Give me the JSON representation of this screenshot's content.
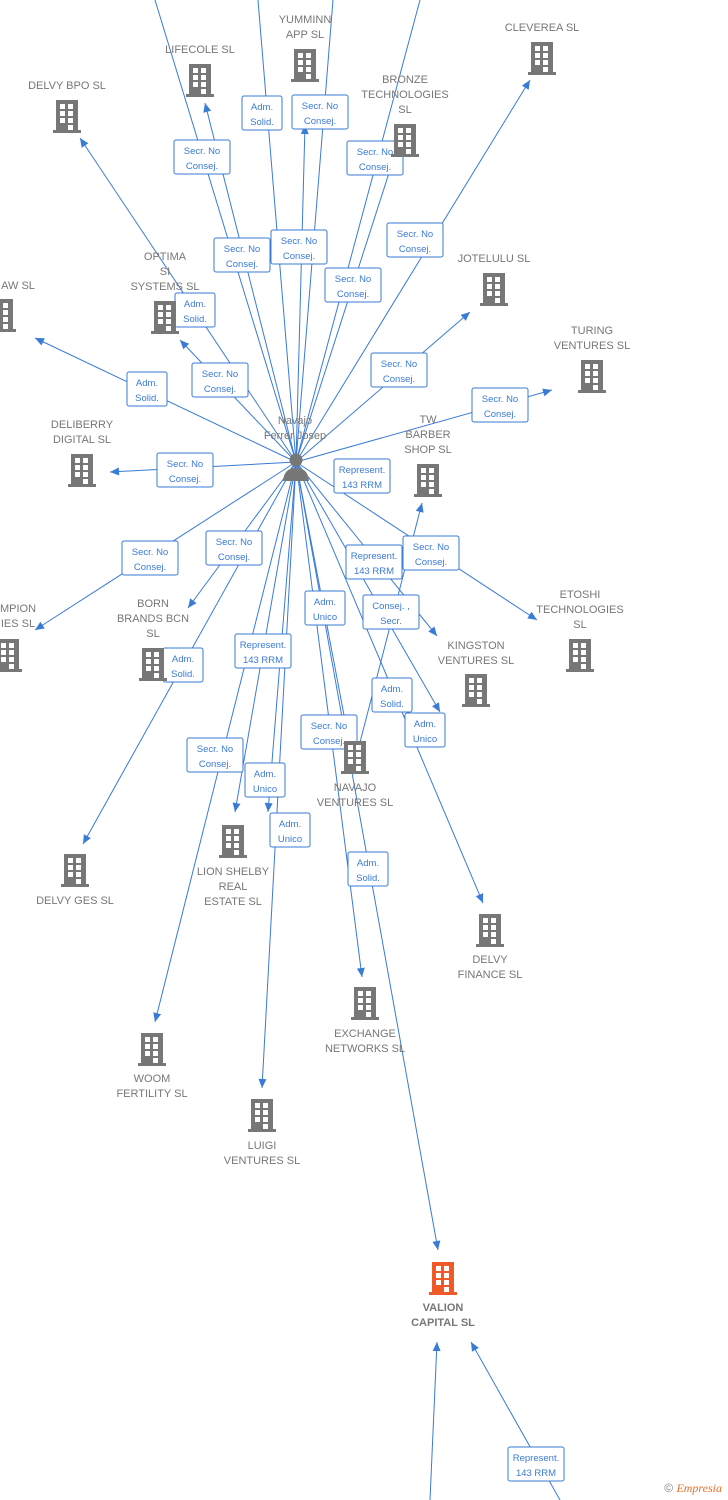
{
  "center": {
    "name_lines": [
      "Navajo",
      "Ferrer Josep"
    ],
    "icon": "person-icon"
  },
  "nodes": [
    {
      "name_lines": [
        "YUMMINN",
        "APP  SL"
      ]
    },
    {
      "name_lines": [
        "LIFECOLE  SL"
      ]
    },
    {
      "name_lines": [
        "CLEVEREA  SL"
      ]
    },
    {
      "name_lines": [
        "DELVY BPO  SL"
      ]
    },
    {
      "name_lines": [
        "BRONZE",
        "TECHNOLOGIES",
        "SL"
      ]
    },
    {
      "name_lines": [
        "OPTIMA",
        "SI",
        "SYSTEMS SL"
      ]
    },
    {
      "name_lines": [
        "AW  SL"
      ]
    },
    {
      "name_lines": [
        "JOTELULU  SL"
      ]
    },
    {
      "name_lines": [
        "TURING",
        "VENTURES  SL"
      ]
    },
    {
      "name_lines": [
        "DELIBERRY",
        "DIGITAL  SL"
      ]
    },
    {
      "name_lines": [
        "TW",
        "BARBER",
        "SHOP  SL"
      ]
    },
    {
      "name_lines": [
        "MPION",
        "IES  SL"
      ]
    },
    {
      "name_lines": [
        "BORN",
        "BRANDS BCN",
        "SL"
      ]
    },
    {
      "name_lines": [
        "ETOSHI",
        "TECHNOLOGIES",
        "SL"
      ]
    },
    {
      "name_lines": [
        "KINGSTON",
        "VENTURES  SL"
      ]
    },
    {
      "name_lines": [
        "NAVAJO",
        "VENTURES  SL"
      ]
    },
    {
      "name_lines": [
        "DELVY GES  SL"
      ]
    },
    {
      "name_lines": [
        "LION SHELBY",
        "REAL",
        "ESTATE  SL"
      ]
    },
    {
      "name_lines": [
        "DELVY",
        "FINANCE  SL"
      ]
    },
    {
      "name_lines": [
        "EXCHANGE",
        "NETWORKS SL"
      ]
    },
    {
      "name_lines": [
        "WOOM",
        "FERTILITY  SL"
      ]
    },
    {
      "name_lines": [
        "LUIGI",
        "VENTURES  SL"
      ]
    },
    {
      "name_lines": [
        "VALION",
        "CAPITAL  SL"
      ],
      "highlight": true
    }
  ],
  "edge_labels": [
    {
      "lines": [
        "Adm.",
        "Solid."
      ]
    },
    {
      "lines": [
        "Secr.  No",
        "Consej."
      ]
    },
    {
      "lines": [
        "Secr.  No",
        "Consej."
      ]
    },
    {
      "lines": [
        "Secr.  No",
        "Consej."
      ]
    },
    {
      "lines": [
        "Secr.  No",
        "Consej."
      ]
    },
    {
      "lines": [
        "Secr.  No",
        "Consej."
      ]
    },
    {
      "lines": [
        "Adm.",
        "Solid."
      ]
    },
    {
      "lines": [
        "Secr.  No",
        "Consej."
      ]
    },
    {
      "lines": [
        "Secr.  No",
        "Consej."
      ]
    },
    {
      "lines": [
        "Secr.  No",
        "Consej."
      ]
    },
    {
      "lines": [
        "Adm.",
        "Solid."
      ]
    },
    {
      "lines": [
        "Secr.  No",
        "Consej."
      ]
    },
    {
      "lines": [
        "Secr.  No",
        "Consej."
      ]
    },
    {
      "lines": [
        "Secr.  No",
        "Consej."
      ]
    },
    {
      "lines": [
        "Represent.",
        "143 RRM"
      ]
    },
    {
      "lines": [
        "Secr.  No",
        "Consej."
      ]
    },
    {
      "lines": [
        "Secr.  No",
        "Consej."
      ]
    },
    {
      "lines": [
        "Represent.",
        "143 RRM"
      ]
    },
    {
      "lines": [
        "Secr.  No",
        "Consej."
      ]
    },
    {
      "lines": [
        "Adm.",
        "Unico"
      ]
    },
    {
      "lines": [
        "Consej. ,",
        "Secr."
      ]
    },
    {
      "lines": [
        "Represent.",
        "143 RRM"
      ]
    },
    {
      "lines": [
        "Adm.",
        "Solid."
      ]
    },
    {
      "lines": [
        "Adm.",
        "Solid."
      ]
    },
    {
      "lines": [
        "Adm.",
        "Unico"
      ]
    },
    {
      "lines": [
        "Secr.  No",
        "Consej."
      ]
    },
    {
      "lines": [
        "Secr.  No",
        "Consej."
      ]
    },
    {
      "lines": [
        "Adm.",
        "Unico"
      ]
    },
    {
      "lines": [
        "Adm.",
        "Unico"
      ]
    },
    {
      "lines": [
        "Adm.",
        "Solid."
      ]
    },
    {
      "lines": [
        "Represent.",
        "143 RRM"
      ]
    }
  ],
  "colors": {
    "edge": "#3a7bd5",
    "building": "#777777",
    "highlight": "#f05a28"
  },
  "footer": {
    "copyright": "©",
    "brand": "Empresia"
  }
}
